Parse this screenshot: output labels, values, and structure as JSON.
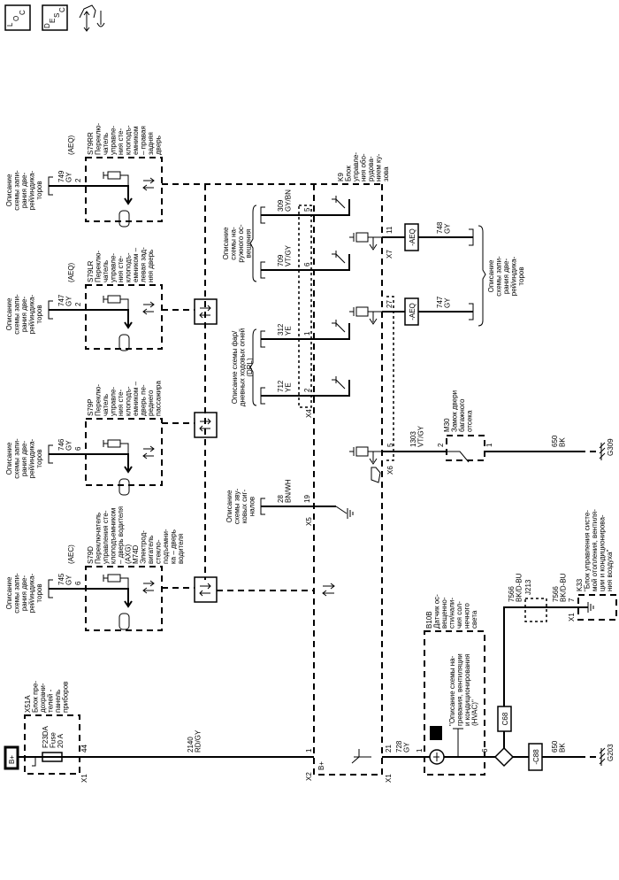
{
  "toolbar": {
    "loc_icon": "L O C",
    "desc_icon": "D E S C",
    "connector_icon": "connector-repair-icon"
  },
  "fuse_block": {
    "name": [
      "X51A",
      "Блок пре-",
      "дохрани-",
      "телей -",
      "панель",
      "приборов"
    ],
    "fuse": [
      "F23DA",
      "Fuse",
      "20 A"
    ],
    "connector": "X1",
    "pin": "44",
    "power": "B+"
  },
  "main_wire": {
    "circuit": "2140",
    "color": "RD/GY"
  },
  "switches": [
    {
      "desc": [
        "Описание",
        "схемы запи-",
        "рания две-",
        "рей/индика-",
        "торов"
      ],
      "circuit": "749",
      "color": "GY",
      "pin": "2",
      "option": "(AEQ)",
      "name": [
        "S79RR",
        "Переклю-",
        "чатель",
        "управле-",
        "ния сте-",
        "клоподъ-",
        "емником",
        "– правая",
        "задняя",
        "дверь"
      ]
    },
    {
      "desc": [
        "Описание",
        "схемы запи-",
        "рания две-",
        "рей/индика-",
        "торов"
      ],
      "circuit": "747",
      "color": "GY",
      "pin": "2",
      "option": "(AEQ)",
      "name": [
        "S79LR",
        "Переклю-",
        "чатель",
        "управле-",
        "ния сте-",
        "клоподъ-",
        "емником –",
        "левая зад-",
        "няя дверь"
      ]
    },
    {
      "desc": [
        "Описание",
        "схемы запи-",
        "рания две-",
        "рей/индика-",
        "торов"
      ],
      "circuit": "746",
      "color": "GY",
      "pin": "6",
      "option": "",
      "name": [
        "S79P",
        "Переклю-",
        "чатель",
        "управле-",
        "ния сте-",
        "клоподъ-",
        "емником –",
        "дверь пе-",
        "реднего",
        "пассажира"
      ]
    },
    {
      "desc": [
        "Описание",
        "схемы запи-",
        "рания две-",
        "рей/индика-",
        "торов"
      ],
      "circuit": "745",
      "color": "GY",
      "pin": "6",
      "option": "(AEC)",
      "name": [
        "S79D",
        "Переключатель",
        "управления сте-",
        "клоподъемником",
        "– дверь водителя",
        "(AXG)",
        "M74D",
        "Электрод-",
        "вигатель",
        "стекло-",
        "подъемни-",
        "ка – дверь",
        "водителя"
      ]
    }
  ],
  "k9": {
    "name": [
      "K9",
      "Блок",
      "управле-",
      "ния обо-",
      "рудова-",
      "нием ку-",
      "зова"
    ],
    "x2": "X2",
    "x2_pin": "1",
    "bplus": "B+",
    "exterior_desc": [
      "Описание",
      "схемы на-",
      "ружного ос-",
      "вещения"
    ],
    "drl_desc": [
      "Описание схемы фар/",
      "дневных ходовых огней",
      "(DRL)"
    ],
    "horn_desc": [
      "Описание",
      "схемы зву-",
      "ковых сиг-",
      "налов"
    ],
    "inputs": [
      {
        "circuit": "309",
        "color": "GY/BN",
        "pin": "5"
      },
      {
        "circuit": "709",
        "color": "VT/GY",
        "pin": "6"
      },
      {
        "circuit": "312",
        "color": "YE",
        "pin": "1"
      },
      {
        "circuit": "712",
        "color": "YE",
        "pin": "2",
        "connector": "X4"
      },
      {
        "circuit": "28",
        "color": "BN/WH",
        "pin": "19",
        "connector": "X5"
      }
    ],
    "outputs": [
      {
        "connector": "X7",
        "pin": "11",
        "option": "-AEQ",
        "circuit": "748",
        "color": "GY"
      },
      {
        "connector": "",
        "pin": "27",
        "option": "-AEQ",
        "circuit": "747",
        "color": "GY"
      }
    ],
    "outputs_desc": [
      "Описание",
      "схемы запи-",
      "рания две-",
      "рей/индика-",
      "торов"
    ],
    "x1": "X1",
    "x1_pin": "21"
  },
  "trunk": {
    "connector": "X6",
    "pin": "5",
    "circuit": "1303",
    "color": "VT/GY",
    "lock_name": [
      "M30",
      "Замок двери",
      "багажного",
      "отсека"
    ],
    "lock_pin_in": "2",
    "lock_pin_out": "1",
    "ground_circuit": "650",
    "ground_color": "BK",
    "ground": "G309"
  },
  "sensor": {
    "circuit": "728",
    "color": "GY",
    "pin_in": "1",
    "pin_out": "6",
    "name": [
      "B10B",
      "Датчик ос-",
      "вещенно-",
      "сти/нали-",
      "чия сол-",
      "нечного",
      "света"
    ],
    "hvac_desc": [
      "\"Описание схемы на-",
      "гревания, вентиляции",
      "и кондиционирования",
      "(HVAC)\""
    ]
  },
  "bottom": {
    "c68": "C68",
    "c88": "-C88",
    "upper_circuit": "7566",
    "upper_color": "BK/D-BU",
    "splice": "J213",
    "lower_circuit": "7566",
    "lower_color": "BK/D-BU",
    "k33_connector": "X1",
    "k33_pin": "7",
    "k33_name": [
      "K33",
      "\"Блок управления систе-",
      "мой отопления, вентиля-",
      "ции и кондиционирова-",
      "ния воздуха\""
    ],
    "ground_circuit": "650",
    "ground_color": "BK",
    "ground": "G203"
  }
}
